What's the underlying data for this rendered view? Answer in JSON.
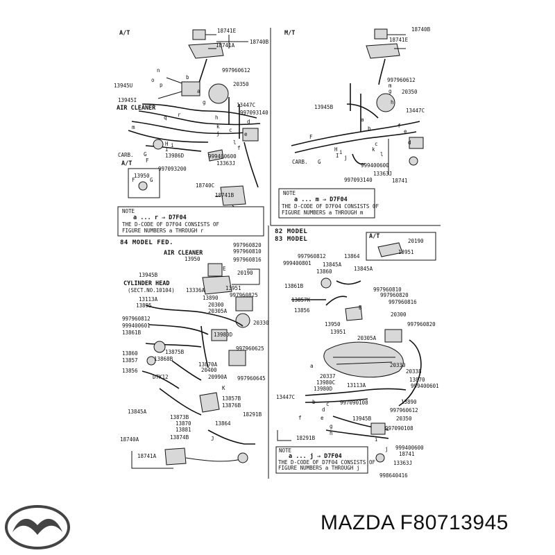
{
  "sections": {
    "at_top": "A/T",
    "mt_top": "M/T",
    "at_small": "A/T",
    "fed84": "84 MODEL FED.",
    "m82": "82 MODEL",
    "m83": "83 MODEL",
    "at_right": "A/T"
  },
  "notes": [
    {
      "title": "NOTE",
      "code": "a ... r  ⇒ D7F04",
      "line1": "THE D-CODE OF D7F04 CONSISTS OF",
      "line2": "FIGURE NUMBERS  a  THROUGH  r"
    },
    {
      "title": "NOTE",
      "code": "a ... m  ⇒ D7F04",
      "line1": "THE D-CODE OF D7F04 CONSISTS OF",
      "line2": "FIGURE NUMBERS  a  THROUGH  m"
    },
    {
      "title": "NOTE",
      "code": "a ... j  ⇒ D7F04",
      "line1": "THE D-CODE OF D7F04 CONSISTS OF",
      "line2": "FIGURE NUMBERS  a  THROUGH  j"
    }
  ],
  "labels": {
    "tl": [
      "18741E",
      "18740B",
      "18741A",
      "997960612",
      "20350",
      "13945U",
      "13945I",
      "13447C",
      "AIR CLEANER",
      "997093140",
      "CARB.",
      "13986D",
      "997093200",
      "999400600",
      "13363J",
      "18740C",
      "18741B",
      "13950",
      "n",
      "o",
      "p",
      "q",
      "r",
      "m",
      "k",
      "l",
      "j",
      "h",
      "g",
      "i",
      "c",
      "d",
      "e",
      "f",
      "a",
      "b",
      "G",
      "H",
      "I",
      "F",
      "G",
      "F"
    ],
    "tr": [
      "18740B",
      "18741E",
      "997960612",
      "20350",
      "13945B",
      "13447C",
      "CARB.",
      "999400600",
      "13363J",
      "997093140",
      "18741",
      "m",
      "g",
      "h",
      "f",
      "e",
      "d",
      "c",
      "b",
      "a",
      "i",
      "j",
      "k",
      "l",
      "H",
      "I",
      "G",
      "F"
    ],
    "bl": [
      "AIR CLEANER",
      "13950",
      "997960820",
      "997960810",
      "997960816",
      "13945B",
      "20190",
      "CYLINDER HEAD",
      "(SECT.NO.10104)",
      "13336A",
      "13951",
      "13113A",
      "13890",
      "13895",
      "20300",
      "997960825",
      "20305A",
      "997960812",
      "999400601",
      "20330",
      "13861B",
      "13980D",
      "997960625",
      "13860",
      "13875B",
      "13857",
      "13868B",
      "13870A",
      "13856",
      "D7K12",
      "20400",
      "20990A",
      "997960645",
      "13857B",
      "13876B",
      "13845A",
      "13873B",
      "13870",
      "13881",
      "13864",
      "13874B",
      "18291B",
      "18740A",
      "18741A",
      "E",
      "K",
      "J"
    ],
    "br": [
      "997960812",
      "13864",
      "20190",
      "999400801",
      "13845A",
      "13860",
      "13951",
      "13861B",
      "997960810",
      "997960820",
      "13857K",
      "997960816",
      "13856",
      "20300",
      "13950",
      "13951",
      "20305A",
      "20330",
      "20337",
      "20338",
      "13980C",
      "13113A",
      "13870",
      "13980D",
      "999400601",
      "13447C",
      "997090108",
      "13890",
      "13945B",
      "997960612",
      "18291B",
      "20350",
      "997090108",
      "999400600",
      "18741",
      "13363J",
      "998640416",
      "B",
      "a",
      "b",
      "c",
      "d",
      "e",
      "f",
      "g",
      "h",
      "i",
      "j"
    ]
  },
  "caption": "MAZDA F80713945",
  "colors": {
    "line": "#111111",
    "background": "#ffffff",
    "part_fill": "#d8d8d8"
  },
  "logo_icon": "mazda-logo-icon"
}
